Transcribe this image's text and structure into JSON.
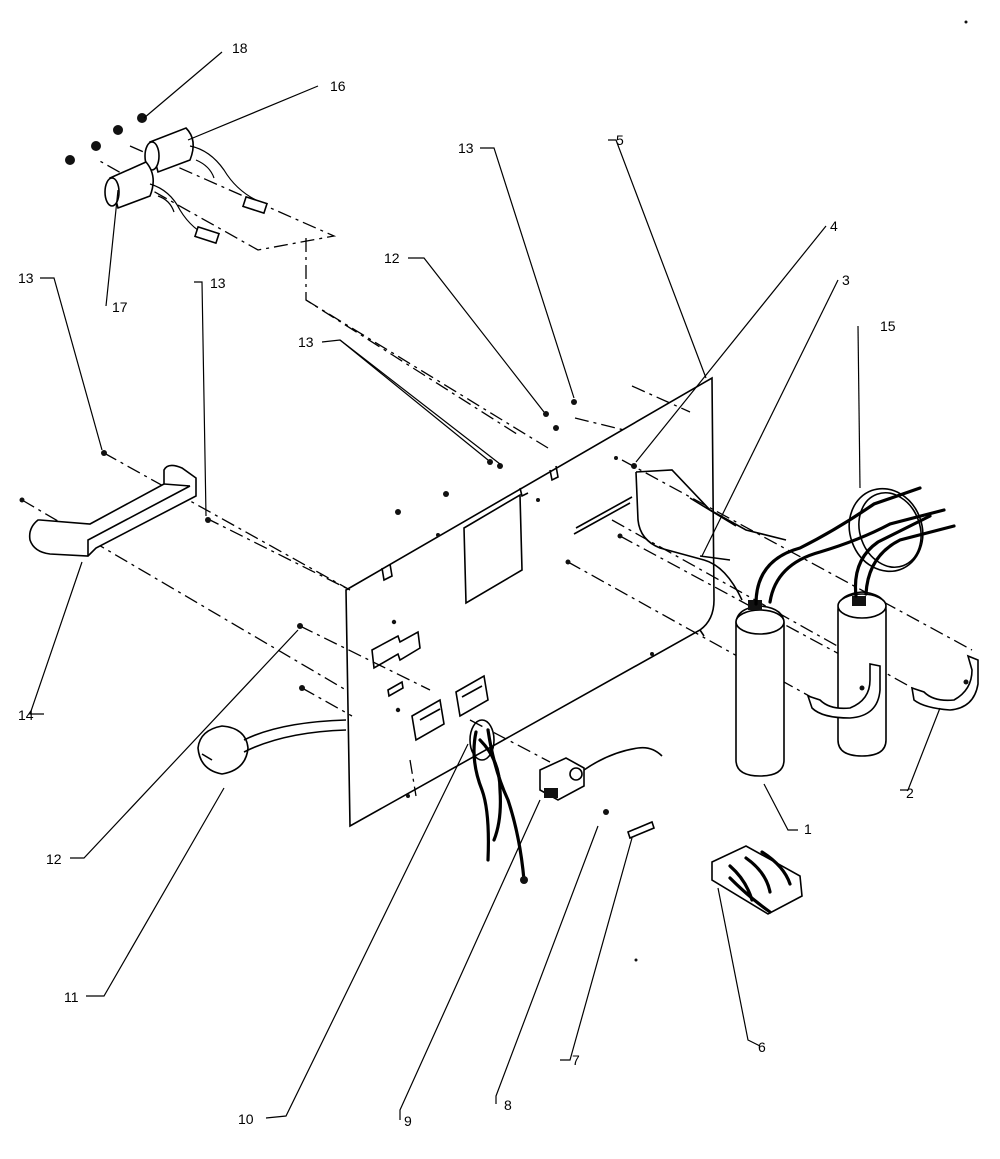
{
  "callouts": [
    {
      "id": "1",
      "text": "1"
    },
    {
      "id": "2",
      "text": "2"
    },
    {
      "id": "3",
      "text": "3"
    },
    {
      "id": "4",
      "text": "4"
    },
    {
      "id": "5",
      "text": "5"
    },
    {
      "id": "6",
      "text": "6"
    },
    {
      "id": "7",
      "text": "7"
    },
    {
      "id": "8",
      "text": "8"
    },
    {
      "id": "9",
      "text": "9"
    },
    {
      "id": "10",
      "text": "10"
    },
    {
      "id": "11",
      "text": "11"
    },
    {
      "id": "12a",
      "text": "12"
    },
    {
      "id": "12b",
      "text": "12"
    },
    {
      "id": "13a",
      "text": "13"
    },
    {
      "id": "13b",
      "text": "13"
    },
    {
      "id": "13c",
      "text": "13"
    },
    {
      "id": "13d",
      "text": "13"
    },
    {
      "id": "14",
      "text": "14"
    },
    {
      "id": "15",
      "text": "15"
    },
    {
      "id": "16",
      "text": "16"
    },
    {
      "id": "17",
      "text": "17"
    },
    {
      "id": "18",
      "text": "18"
    }
  ]
}
